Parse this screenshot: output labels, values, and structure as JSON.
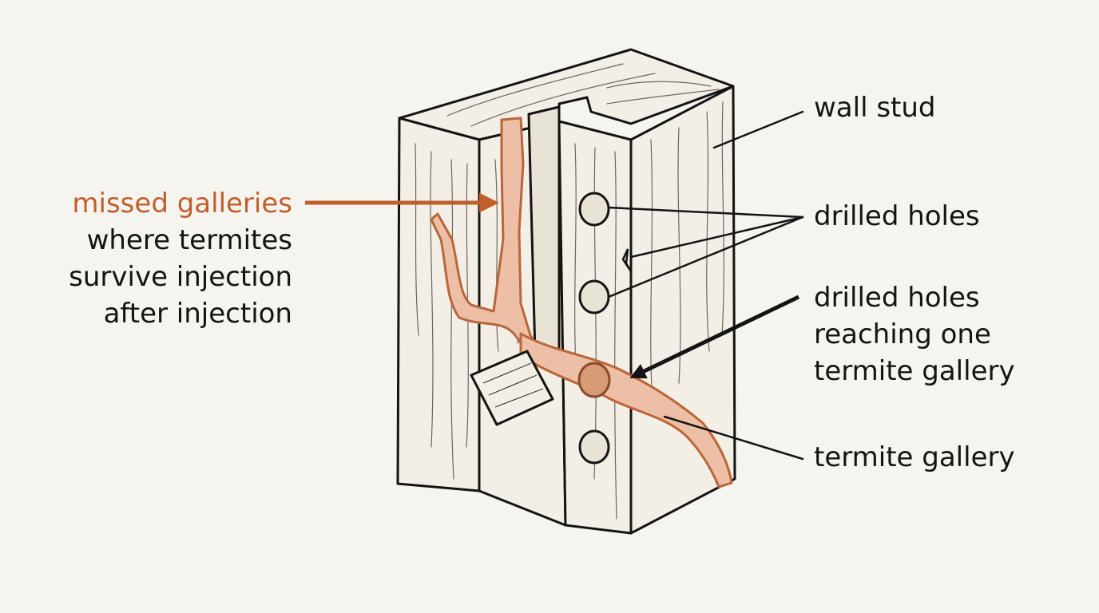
{
  "colors": {
    "background": "#f6f4ef",
    "ink": "#141414",
    "wood": "#f3efe6",
    "gallery": "#edbfa6",
    "gallery_outline": "#b96638",
    "accent_text": "#c05f2c"
  },
  "labels": {
    "missed": {
      "highlight": "missed galleries",
      "line2": "where termites",
      "line3": "survive injection",
      "line4": "after injection"
    },
    "wall_stud": "wall stud",
    "drilled_holes": "drilled holes",
    "reaching": {
      "line1": "drilled holes",
      "line2": "reaching one",
      "line3": "termite gallery"
    },
    "termite_gallery": "termite gallery"
  }
}
